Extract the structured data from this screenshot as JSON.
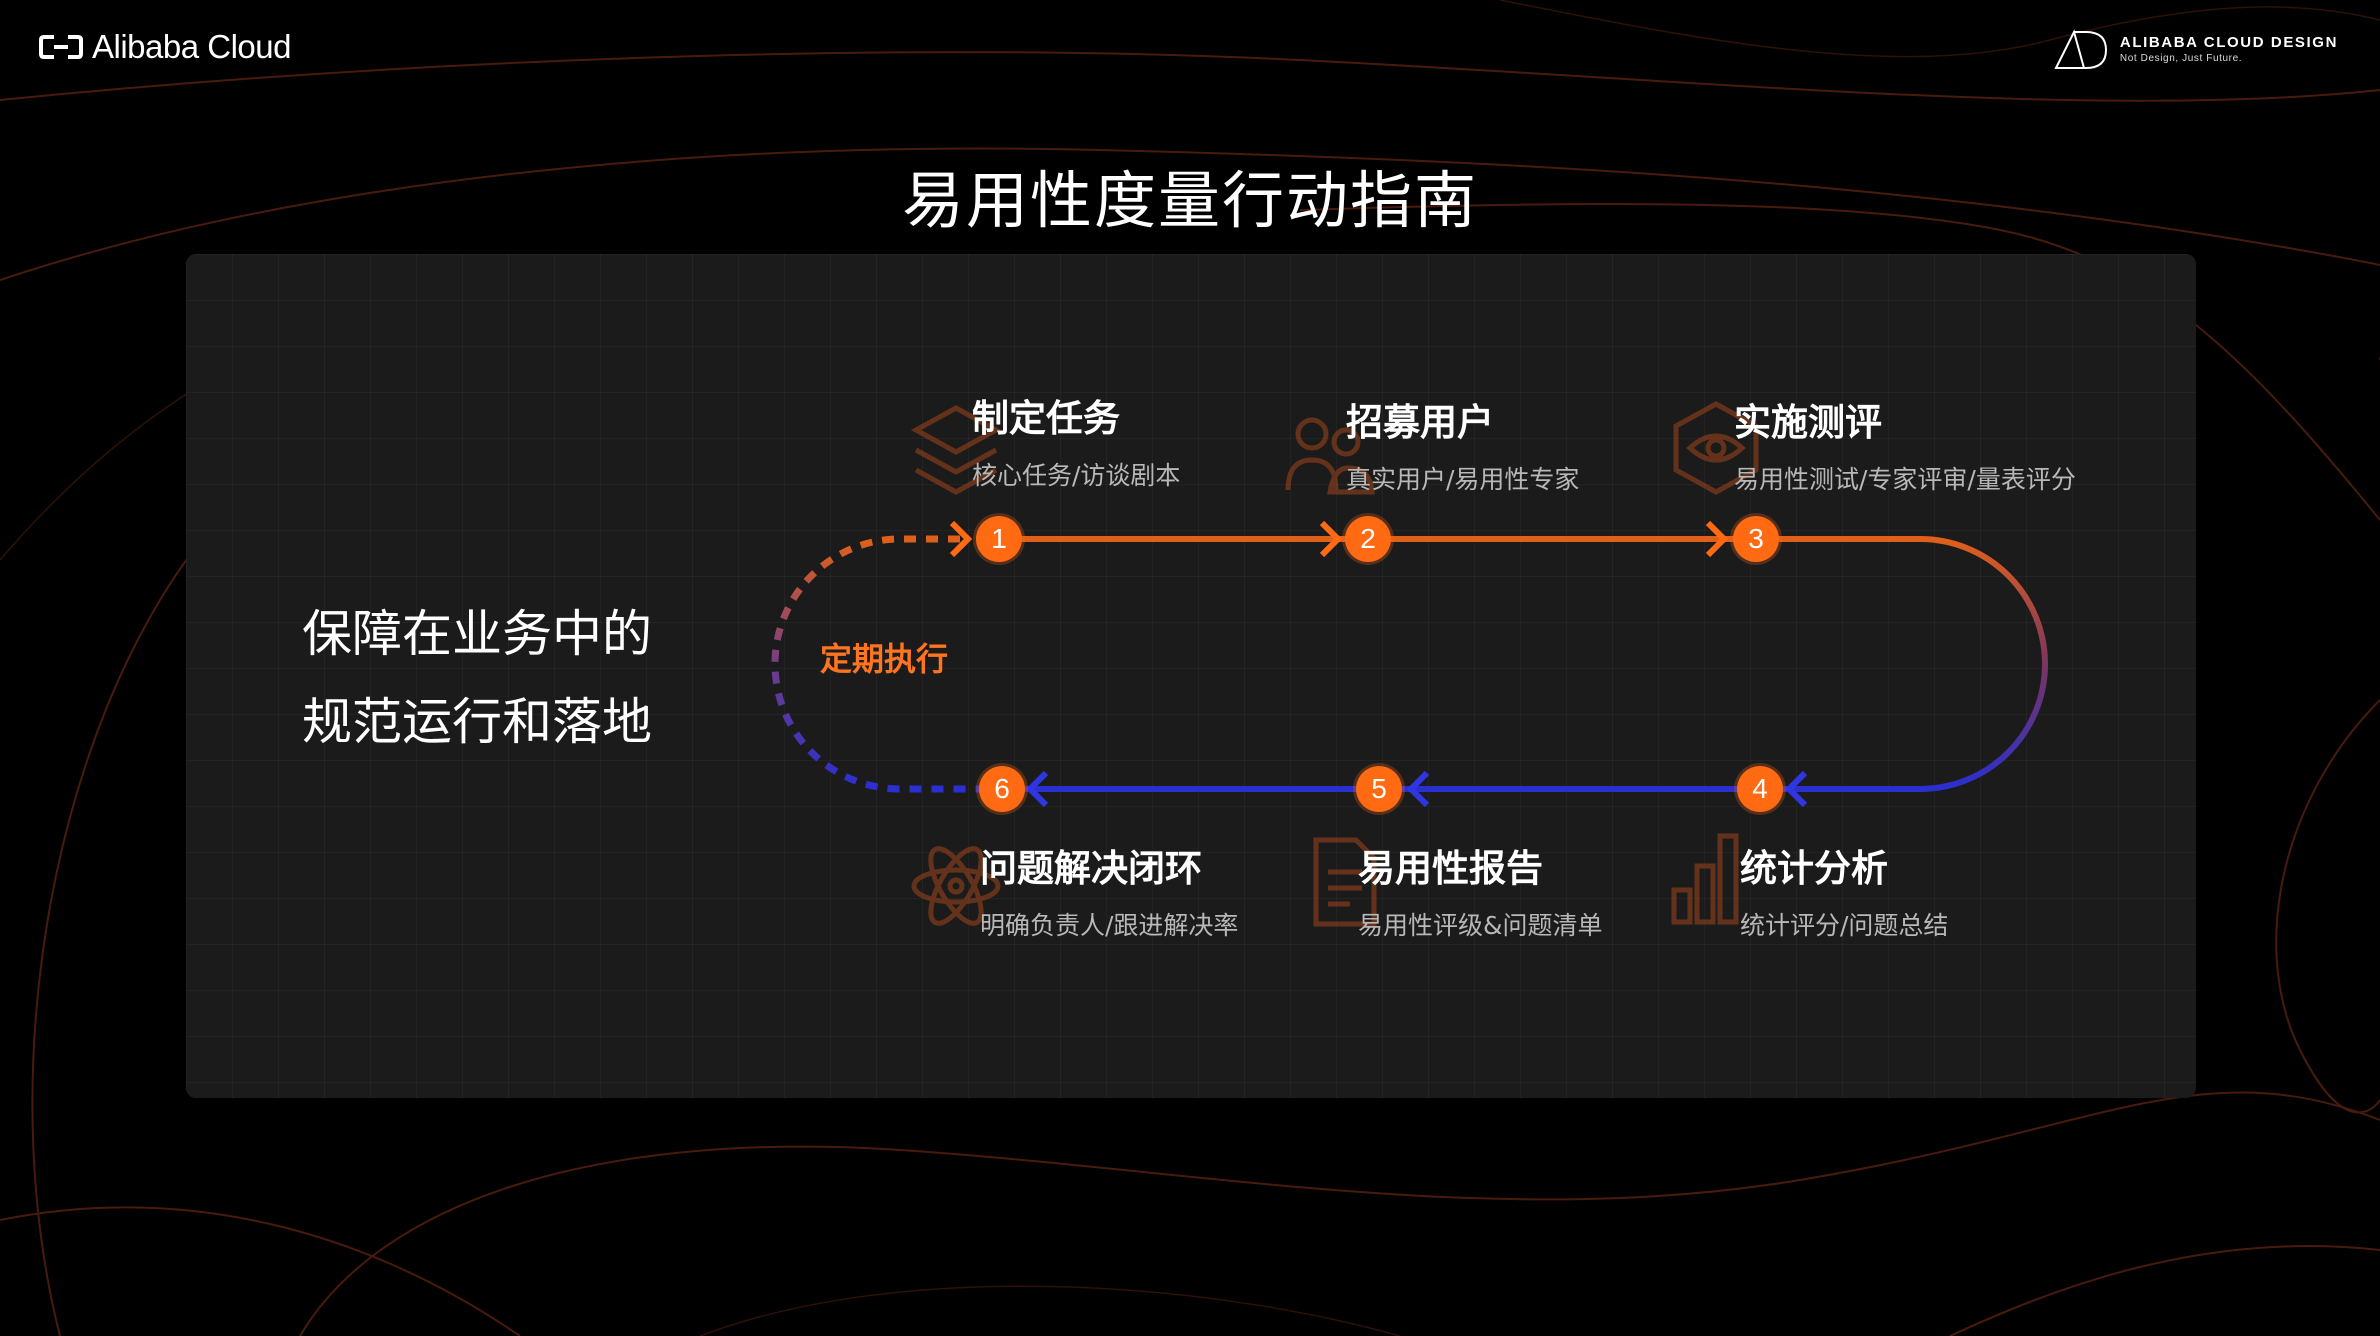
{
  "header": {
    "logo_left_text": "Alibaba Cloud",
    "logo_right_brand": "ALIBABA CLOUD DESIGN",
    "logo_right_tagline": "Not Design, Just Future."
  },
  "title": "易用性度量行动指南",
  "subtitle": {
    "line1": "保障在业务中的",
    "line2": "规范运行和落地"
  },
  "loop_label": "定期执行",
  "steps": [
    {
      "num": "1",
      "title": "制定任务",
      "desc": "核心任务/访谈剧本",
      "icon": "layers-icon"
    },
    {
      "num": "2",
      "title": "招募用户",
      "desc": "真实用户/易用性专家",
      "icon": "users-icon"
    },
    {
      "num": "3",
      "title": "实施测评",
      "desc": "易用性测试/专家评审/量表评分",
      "icon": "hexagon-eye-icon"
    },
    {
      "num": "4",
      "title": "统计分析",
      "desc": "统计评分/问题总结",
      "icon": "bar-chart-icon"
    },
    {
      "num": "5",
      "title": "易用性报告",
      "desc": "易用性评级&问题清单",
      "icon": "document-icon"
    },
    {
      "num": "6",
      "title": "问题解决闭环",
      "desc": "明确负责人/跟进解决率",
      "icon": "atom-icon"
    }
  ],
  "colors": {
    "accent_orange": "#ff6a13",
    "line_orange": "#e0601a",
    "line_blue": "#2a2fd0",
    "contour": "#4a1e10"
  }
}
